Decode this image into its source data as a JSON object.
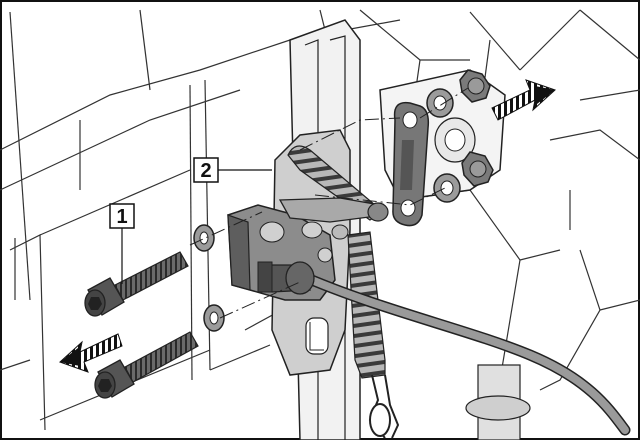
{
  "callouts": [
    {
      "id": "1",
      "label": "1"
    },
    {
      "id": "2",
      "label": "2"
    }
  ],
  "colors": {
    "background": "#ffffff",
    "line": "#1a1a1a",
    "part_fill": "#d9d9d9",
    "dark_part": "#8a8a8a",
    "bolt": "#555555",
    "washer": "#9b9b9b",
    "spring": "#5f5f5f",
    "cable": "#9a9a9a",
    "arrow": "#111111"
  }
}
